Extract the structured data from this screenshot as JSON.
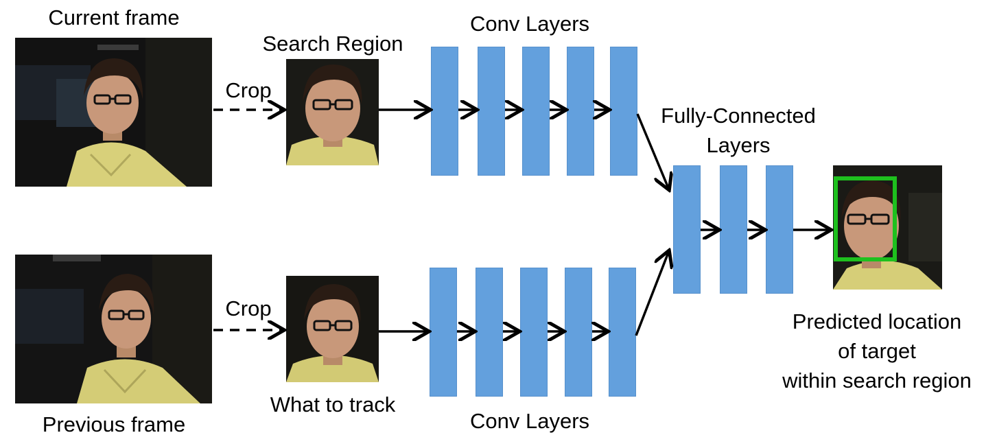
{
  "labels": {
    "current_frame": "Current frame",
    "previous_frame": "Previous frame",
    "crop_top": "Crop",
    "crop_bottom": "Crop",
    "search_region": "Search Region",
    "what_to_track": "What to track",
    "conv_layers_top": "Conv Layers",
    "conv_layers_bottom": "Conv Layers",
    "fc_layers": [
      "Fully-Connected",
      "Layers"
    ],
    "prediction": [
      "Predicted location",
      "of target",
      "within search region"
    ]
  },
  "colors": {
    "layer_fill": "#63a0dd",
    "prediction_box": "#1ec01e",
    "arrow": "#000000"
  }
}
